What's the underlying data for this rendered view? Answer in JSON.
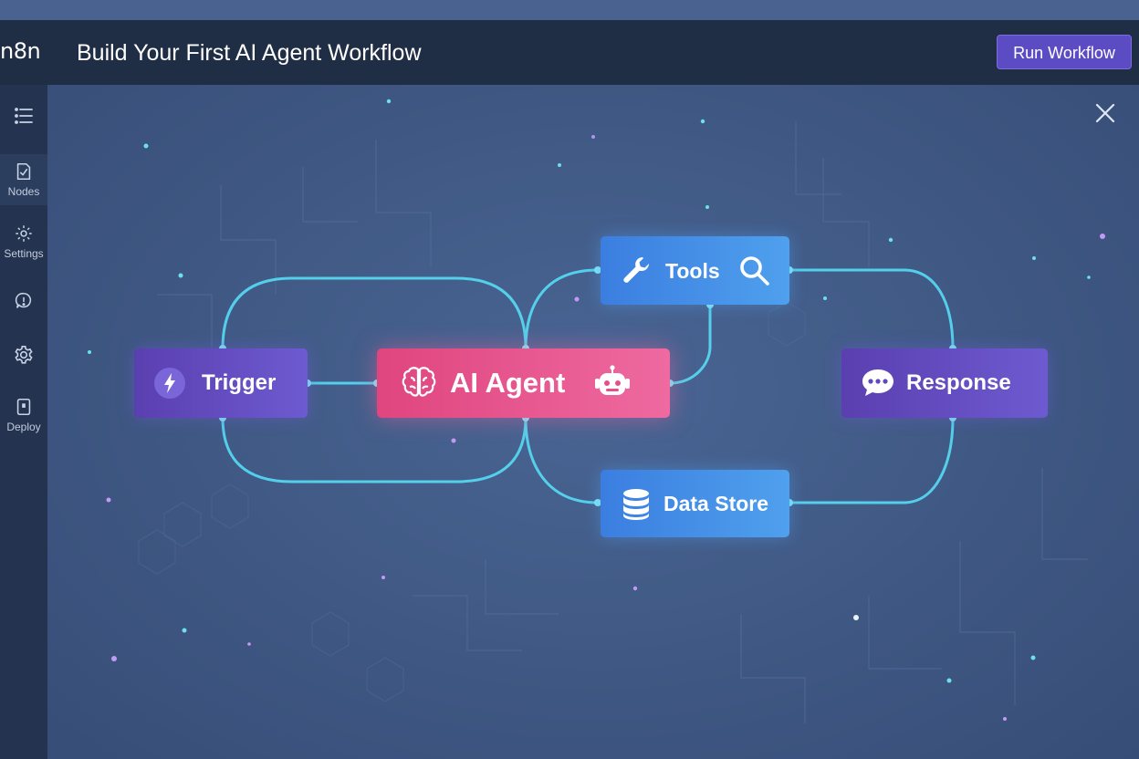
{
  "app": {
    "logo_text": "n8n",
    "title": "Build Your First AI Agent Workflow",
    "run_label": "Run Workflow"
  },
  "sidebar": {
    "items": [
      {
        "icon": "list-icon",
        "label": ""
      },
      {
        "icon": "nodes-icon",
        "label": "Nodes"
      },
      {
        "icon": "settings-gear-icon",
        "label": "Settings"
      },
      {
        "icon": "info-icon",
        "label": ""
      },
      {
        "icon": "gear-icon",
        "label": ""
      },
      {
        "icon": "deploy-icon",
        "label": "Deploy"
      }
    ]
  },
  "workflow": {
    "nodes": [
      {
        "id": "trigger",
        "label": "Trigger",
        "icon": "lightning-icon"
      },
      {
        "id": "agent",
        "label": "AI Agent",
        "icon": "brain-icon",
        "icon2": "robot-icon"
      },
      {
        "id": "tools",
        "label": "Tools",
        "icon": "wrench-icon",
        "icon2": "search-icon"
      },
      {
        "id": "store",
        "label": "Data Store",
        "icon": "database-icon"
      },
      {
        "id": "response",
        "label": "Response",
        "icon": "chat-bubble-icon"
      }
    ]
  },
  "colors": {
    "header_bg": "#1f2d45",
    "run_button": "#5b4cc4",
    "wire": "#55d6f0",
    "agent_node": "#e0457f",
    "trigger_node": "#5a3fb0",
    "tool_node": "#3b7ee0"
  }
}
